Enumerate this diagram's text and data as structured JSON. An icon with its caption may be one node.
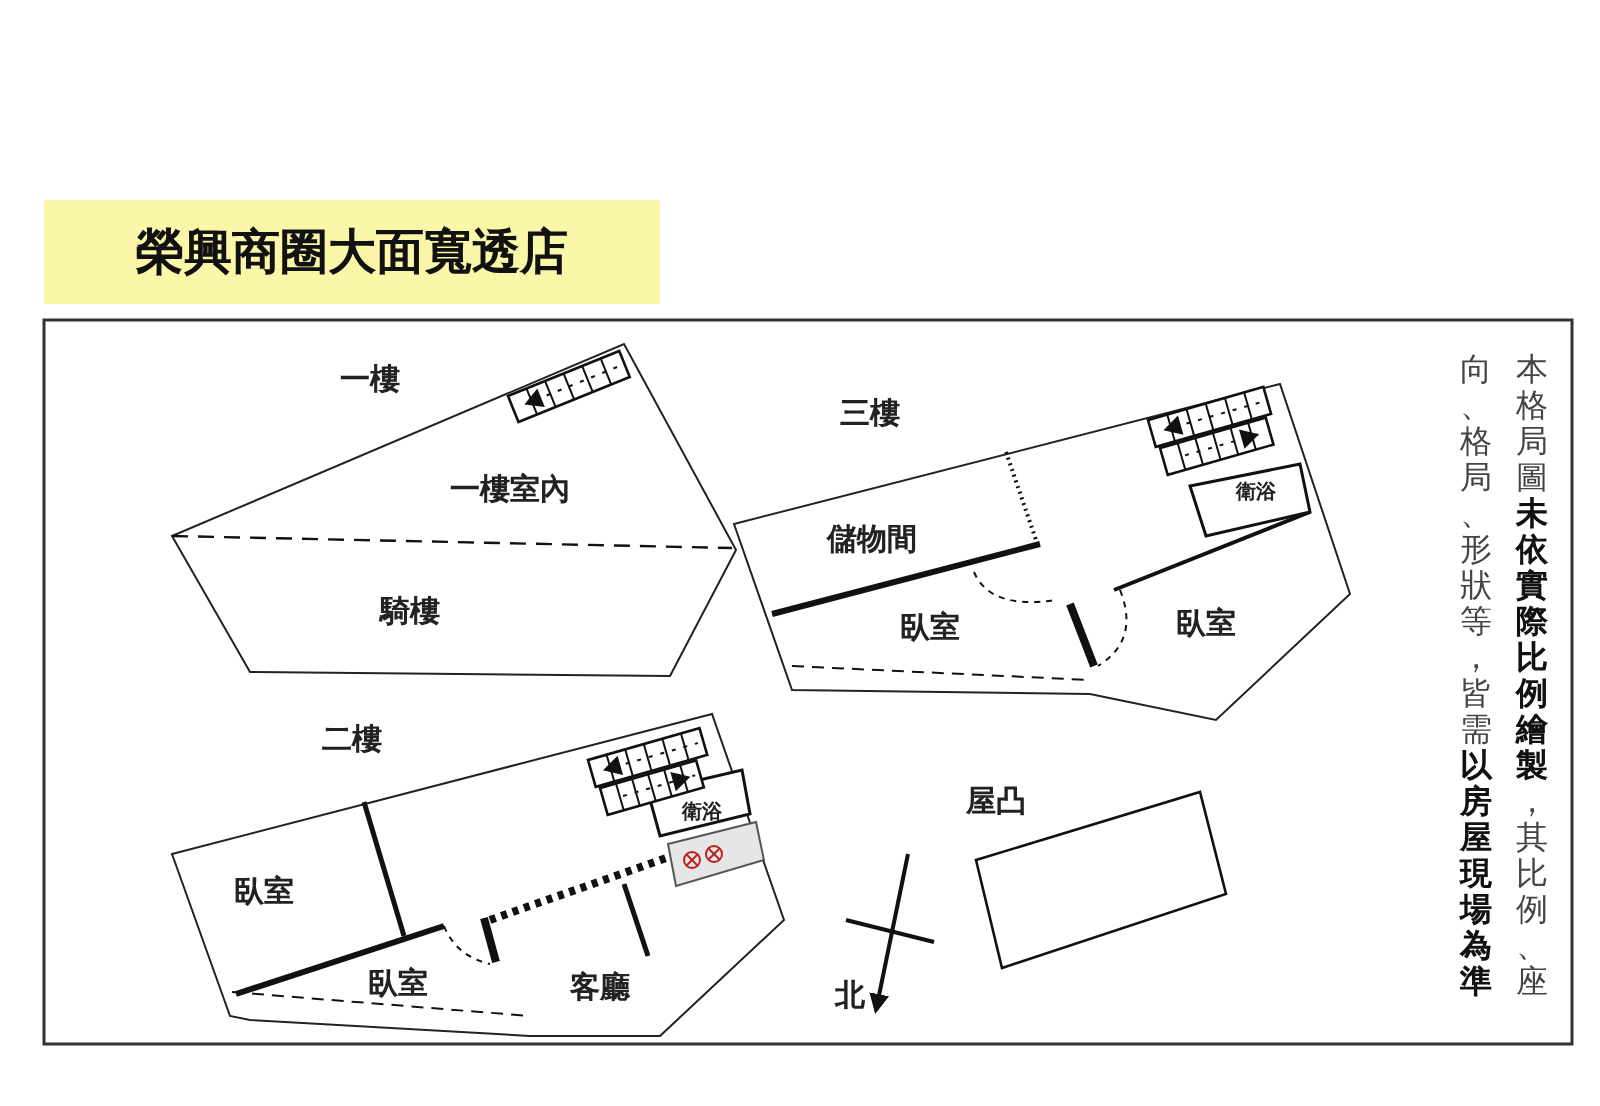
{
  "diagram": {
    "title": "榮興商圈大面寬透店",
    "nodes": [
      {
        "text": [
          "屋凸"
        ]
      }
    ],
    "labels": [
      "一樓",
      "一樓室內",
      "騎樓",
      "三樓",
      "儲物間",
      "衛浴",
      "臥室",
      "臥室",
      "二樓",
      "衛浴",
      "臥室",
      "臥室",
      "客廳",
      "北",
      "本格局圖**未依實際比例繪製**，其比例、座向、格局、形狀等，皆需**以房屋現場為準**"
    ]
  }
}
